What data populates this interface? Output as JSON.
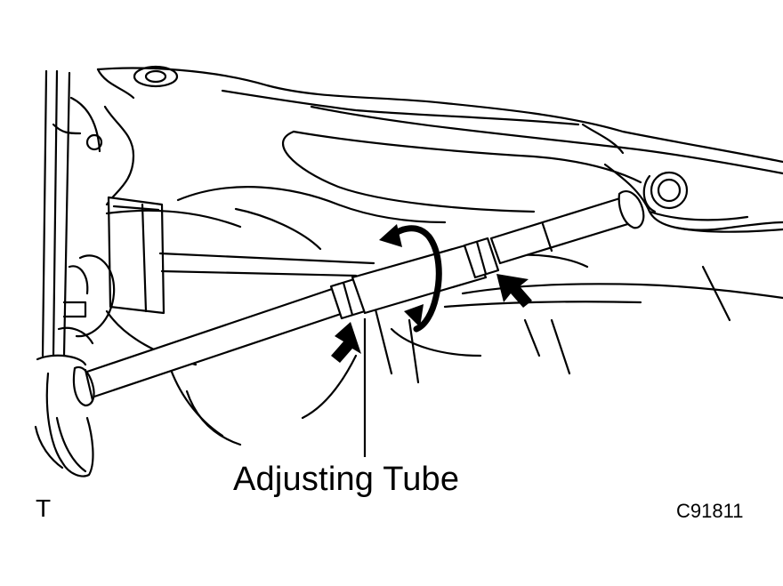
{
  "callout_label": "Adjusting Tube",
  "corner_mark": "T",
  "figure_code": "C91811",
  "icons": {
    "rotation": "rotation-arrow-icon",
    "pointer": "pointer-arrow-icon"
  },
  "colors": {
    "ink": "#000000",
    "paper": "#ffffff"
  }
}
